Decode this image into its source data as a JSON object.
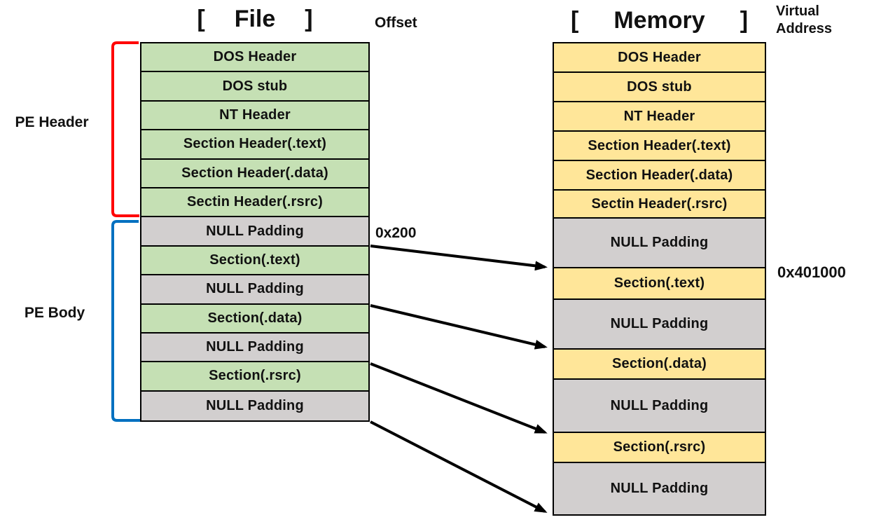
{
  "file_column": {
    "bracket_left": "[",
    "title": "File",
    "bracket_right": "]",
    "rows": [
      {
        "label": "DOS Header",
        "kind": "header"
      },
      {
        "label": "DOS stub",
        "kind": "header"
      },
      {
        "label": "NT Header",
        "kind": "header"
      },
      {
        "label": "Section Header(.text)",
        "kind": "header"
      },
      {
        "label": "Section Header(.data)",
        "kind": "header"
      },
      {
        "label": "Sectin Header(.rsrc)",
        "kind": "header"
      },
      {
        "label": "NULL Padding",
        "kind": "padding"
      },
      {
        "label": "Section(.text)",
        "kind": "section"
      },
      {
        "label": "NULL Padding",
        "kind": "padding"
      },
      {
        "label": "Section(.data)",
        "kind": "section"
      },
      {
        "label": "NULL Padding",
        "kind": "padding"
      },
      {
        "label": "Section(.rsrc)",
        "kind": "section"
      },
      {
        "label": "NULL Padding",
        "kind": "padding"
      }
    ]
  },
  "memory_column": {
    "bracket_left": "[",
    "title": "Memory",
    "bracket_right": "]",
    "rows": [
      {
        "label": "DOS Header",
        "kind": "header"
      },
      {
        "label": "DOS stub",
        "kind": "header"
      },
      {
        "label": "NT Header",
        "kind": "header"
      },
      {
        "label": "Section Header(.text)",
        "kind": "header"
      },
      {
        "label": "Section Header(.data)",
        "kind": "header"
      },
      {
        "label": "Sectin Header(.rsrc)",
        "kind": "header"
      },
      {
        "label": "NULL Padding",
        "kind": "padding"
      },
      {
        "label": "Section(.text)",
        "kind": "section"
      },
      {
        "label": "NULL Padding",
        "kind": "padding"
      },
      {
        "label": "Section(.data)",
        "kind": "section"
      },
      {
        "label": "NULL Padding",
        "kind": "padding"
      },
      {
        "label": "Section(.rsrc)",
        "kind": "section"
      },
      {
        "label": "NULL Padding",
        "kind": "padding"
      }
    ]
  },
  "labels": {
    "offset": "Offset",
    "virtual_line1": "Virtual",
    "virtual_line2": "Address",
    "pe_header": "PE Header",
    "pe_body": "PE Body",
    "file_offset_value": "0x200",
    "virtual_address_value": "0x401000"
  },
  "arrows": [
    {
      "from": "file Section(.text) start (offset 0x200)",
      "to": "memory Section(.text) start (VA 0x401000)"
    },
    {
      "from": "file Section(.data) start",
      "to": "memory Section(.data) start"
    },
    {
      "from": "file Section(.rsrc) start",
      "to": "memory Section(.rsrc) start"
    },
    {
      "from": "file end",
      "to": "memory end"
    }
  ],
  "colors": {
    "file_fill": "#c5e0b4",
    "memory_fill": "#ffe699",
    "padding_fill": "#d2cfcf",
    "border": "#000000",
    "text": "#111111",
    "pe_header_bracket": "#ff0000",
    "pe_body_bracket": "#0070c0",
    "arrow": "#000000"
  }
}
